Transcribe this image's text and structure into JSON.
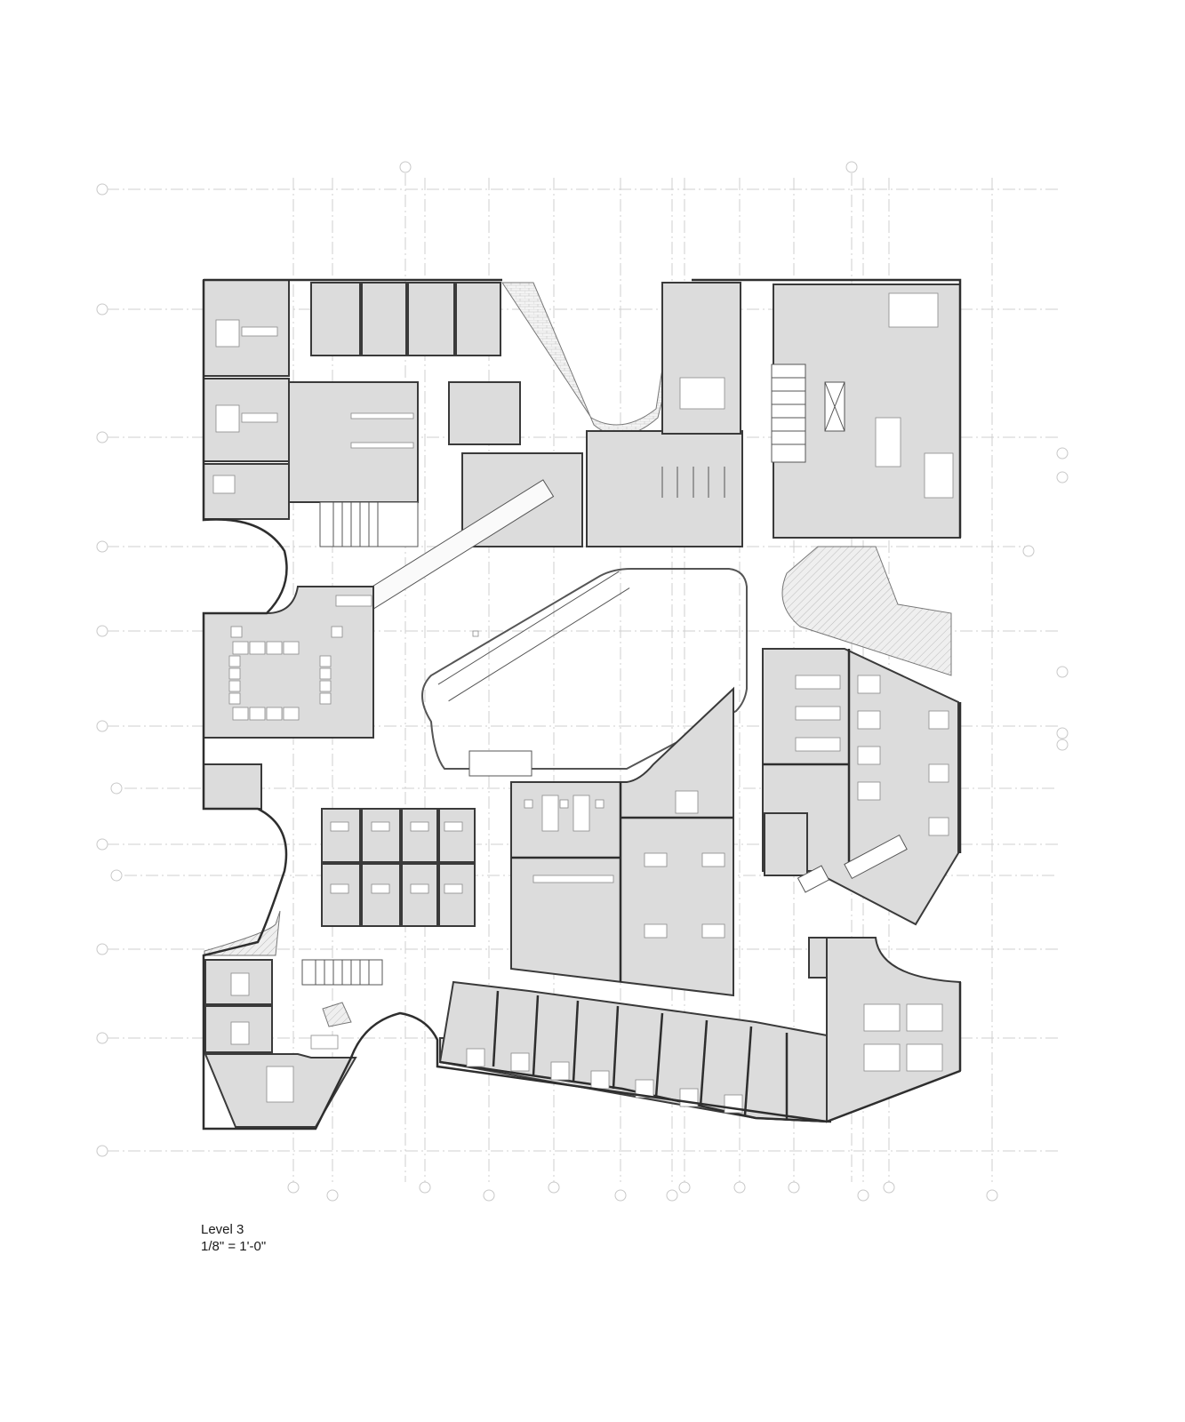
{
  "drawing": {
    "type": "architectural floor plan",
    "title": "Level 3",
    "scale": "1/8\" = 1'-0\"",
    "colors": {
      "room_fill": "#dcdcdc",
      "wall": "#2e2e2e",
      "grid": "#cfcfcf",
      "background": "#ffffff"
    }
  }
}
